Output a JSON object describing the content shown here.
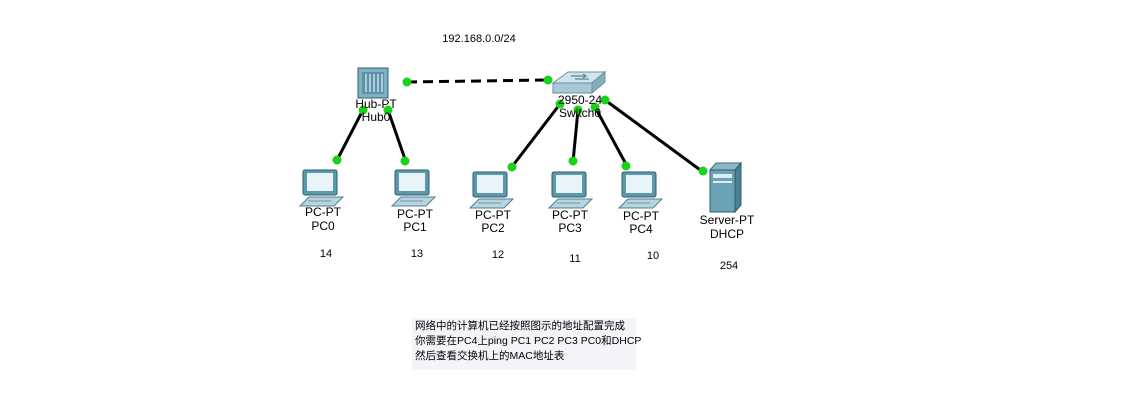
{
  "network_label": "192.168.0.0/24",
  "devices": {
    "hub": {
      "model": "Hub-PT",
      "name": "Hub0"
    },
    "switch": {
      "model": "2950-24",
      "name": "Switch0"
    },
    "pc0": {
      "model": "PC-PT",
      "name": "PC0",
      "ip_suffix": "14"
    },
    "pc1": {
      "model": "PC-PT",
      "name": "PC1",
      "ip_suffix": "13"
    },
    "pc2": {
      "model": "PC-PT",
      "name": "PC2",
      "ip_suffix": "12"
    },
    "pc3": {
      "model": "PC-PT",
      "name": "PC3",
      "ip_suffix": "11"
    },
    "pc4": {
      "model": "PC-PT",
      "name": "PC4",
      "ip_suffix": "10"
    },
    "server": {
      "model": "Server-PT",
      "name": "DHCP",
      "ip_suffix": "254"
    }
  },
  "note": {
    "line1": "网络中的计算机已经按照图示的地址配置完成",
    "line2": "你需要在PC4上ping PC1 PC2 PC3 PC0和DHCP",
    "line3": "然后查看交换机上的MAC地址表"
  },
  "colors": {
    "link": "#000000",
    "port_up": "#19d219",
    "device": "#4a90a8"
  }
}
